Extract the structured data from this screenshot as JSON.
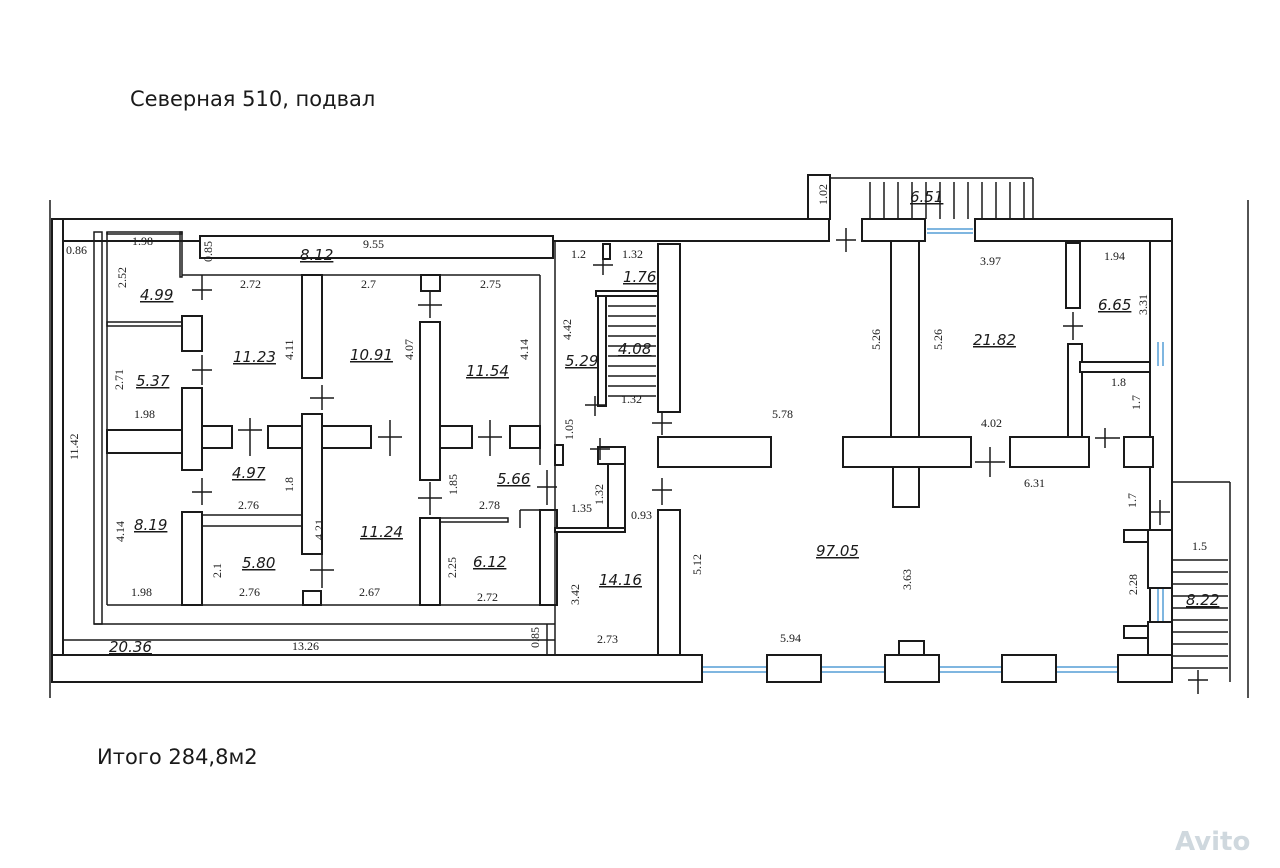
{
  "title": "Северная 510, подвал",
  "total": "Итого 284,8м2",
  "watermark": "Avito",
  "colors": {
    "wall": "#1a1a1a",
    "window": "#7fb6e0",
    "background": "#ffffff"
  },
  "areas": [
    "6.51",
    "8.12",
    "4.99",
    "11.23",
    "10.91",
    "11.54",
    "5.37",
    "5.29",
    "4.08",
    "1.76",
    "21.82",
    "6.65",
    "4.97",
    "5.66",
    "8.19",
    "11.24",
    "5.80",
    "6.12",
    "14.16",
    "97.05",
    "8.22",
    "20.36"
  ],
  "dims": [
    "1.02",
    "1.98",
    "0.85",
    "9.55",
    "1.2",
    "1.32",
    "3.97",
    "1.94",
    "0.86",
    "2.52",
    "2.72",
    "2.7",
    "2.75",
    "3.31",
    "4.11",
    "4.07",
    "4.14",
    "4.42",
    "5.26",
    "5.26",
    "2.71",
    "1.98",
    "1.32",
    "1.8",
    "1.7",
    "1.05",
    "5.78",
    "4.02",
    "1.8",
    "1.85",
    "2.76",
    "2.78",
    "1.32",
    "6.31",
    "1.7",
    "4.14",
    "1.35",
    "0.93",
    "4.21",
    "5.12",
    "1.5",
    "2.1",
    "2.25",
    "3.42",
    "3.63",
    "2.28",
    "1.98",
    "2.76",
    "2.67",
    "2.72",
    "13.26",
    "0.85",
    "2.73",
    "5.94",
    "11.42"
  ]
}
